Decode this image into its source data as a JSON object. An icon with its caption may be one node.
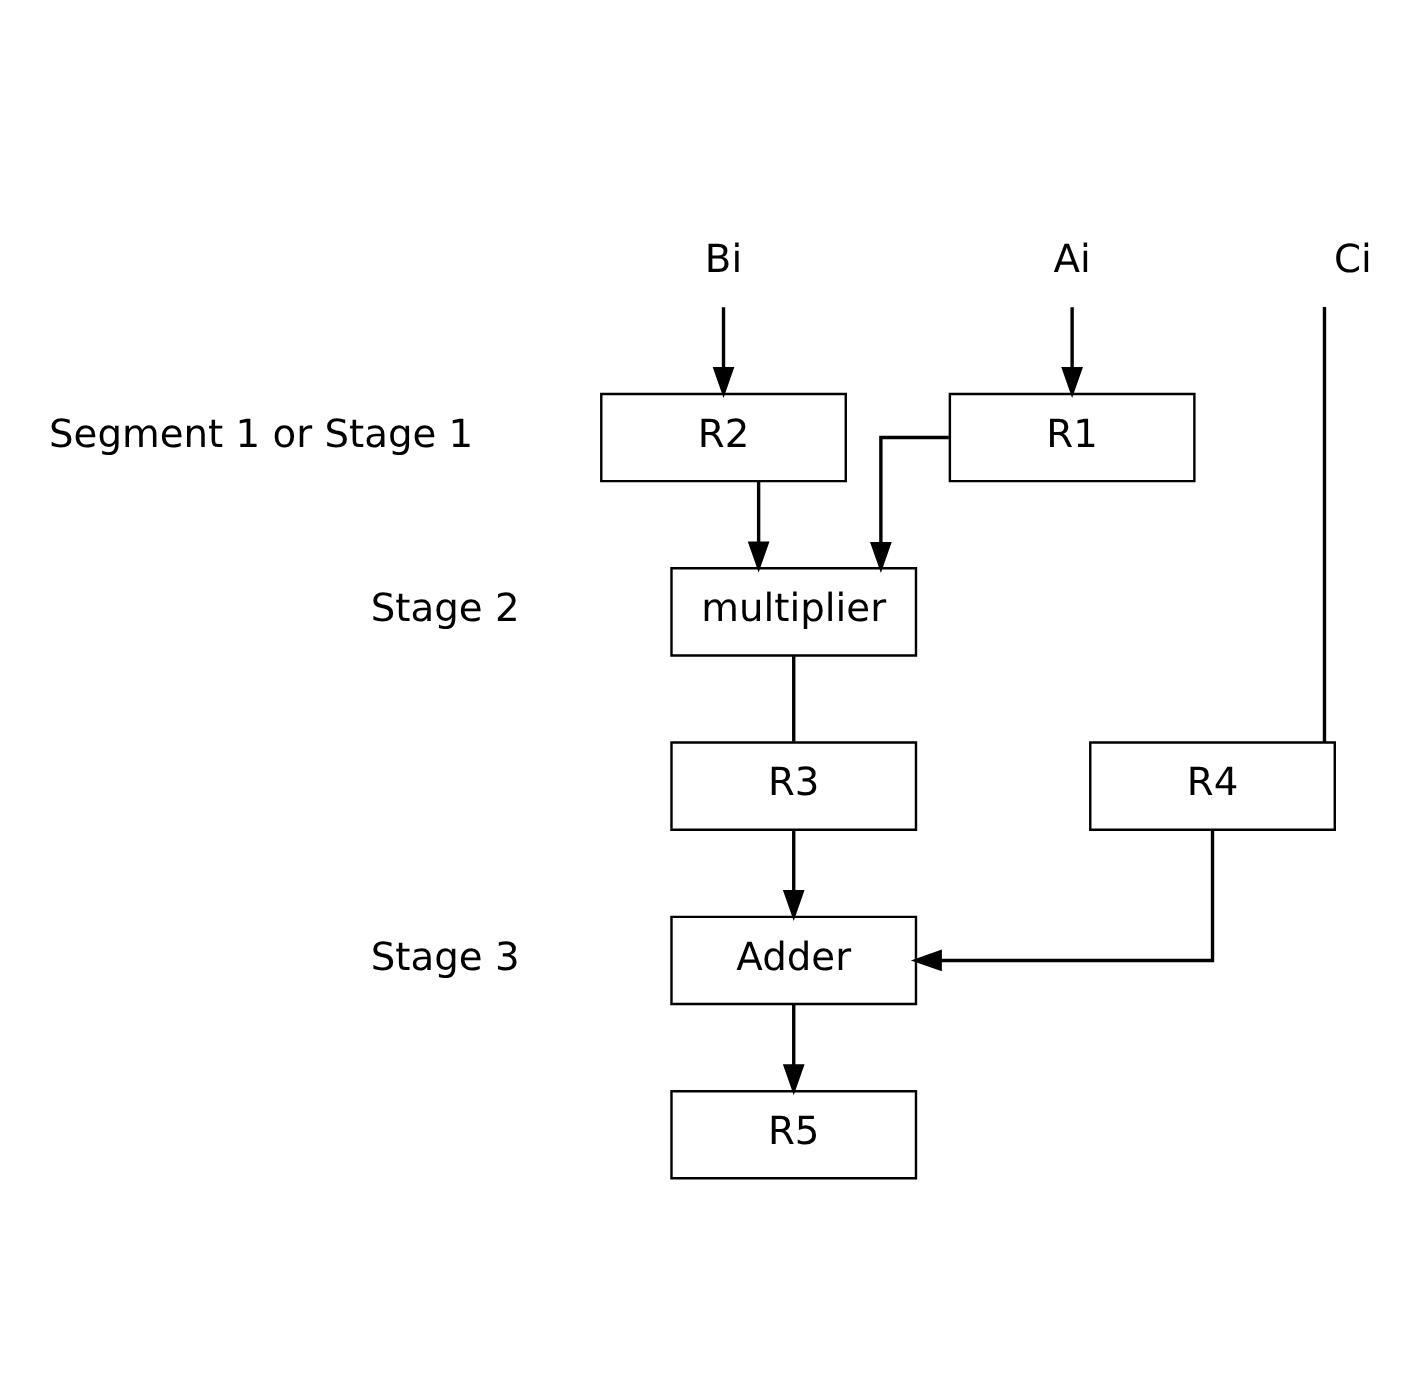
{
  "diagram": {
    "nodes": [
      {
        "text": [
          "Ai"
        ]
      },
      {
        "text": [
          "Bi"
        ]
      },
      {
        "text": [
          "Ci"
        ]
      },
      {
        "text": [
          "R1"
        ]
      },
      {
        "text": [
          "R2"
        ]
      },
      {
        "text": [
          "multiplier"
        ]
      },
      {
        "text": [
          "R3"
        ]
      },
      {
        "text": [
          "R4"
        ]
      },
      {
        "text": [
          "Adder"
        ]
      },
      {
        "text": [
          "R5"
        ]
      }
    ],
    "edges": [
      {
        "from": 0,
        "to": 3,
        "arrow": "to"
      },
      {
        "from": 1,
        "to": 4,
        "arrow": "to"
      },
      {
        "from": 3,
        "to": 5,
        "arrow": "to"
      },
      {
        "from": 4,
        "to": 5,
        "arrow": "to"
      },
      {
        "from": 5,
        "to": 6,
        "arrow": "none"
      },
      {
        "from": 2,
        "to": 7,
        "arrow": "none"
      },
      {
        "from": 6,
        "to": 8,
        "arrow": "to"
      },
      {
        "from": 7,
        "to": 8,
        "arrow": "to"
      },
      {
        "from": 8,
        "to": 9,
        "arrow": "to"
      }
    ],
    "labels": [
      "Segment 1 or Stage 1",
      "Stage 2",
      "Stage 3"
    ]
  }
}
